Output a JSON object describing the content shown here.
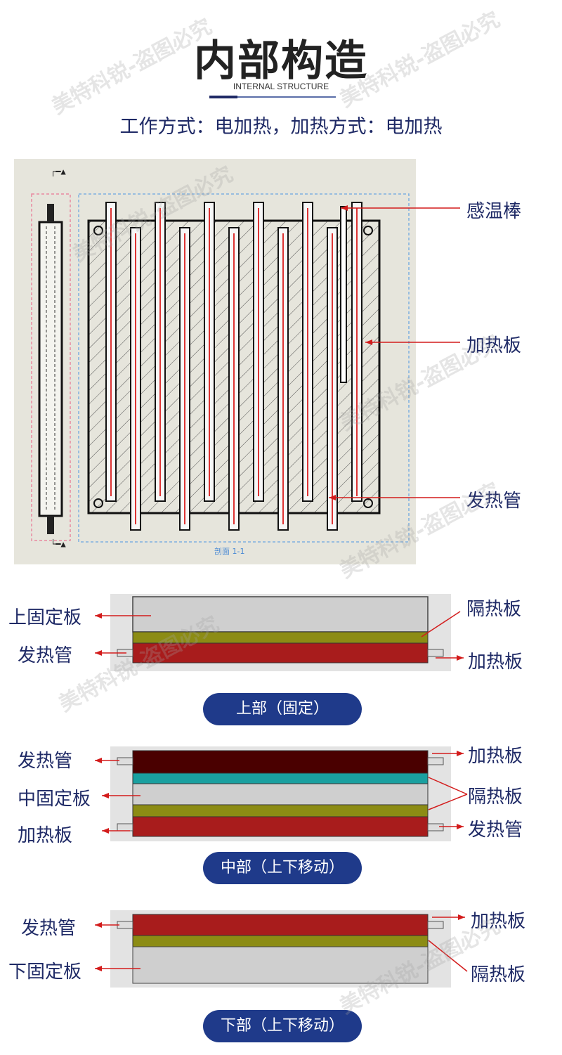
{
  "header": {
    "title": "内部构造",
    "subtitle_en": "INTERNAL STRUCTURE",
    "mode_line": "工作方式：电加热，加热方式：电加热"
  },
  "diagram": {
    "callouts": {
      "sensor_rod": "感温棒",
      "heating_plate": "加热板",
      "heating_tube": "发热管"
    },
    "section_marker": "剖面 1-1"
  },
  "sections": [
    {
      "pill": "上部（固定）",
      "labels": {
        "left_top": "上固定板",
        "left_bottom": "发热管",
        "right_top": "隔热板",
        "right_bottom": "加热板"
      }
    },
    {
      "pill": "中部（上下移动）",
      "labels": {
        "left_1": "发热管",
        "left_2": "中固定板",
        "left_3": "加热板",
        "right_1": "加热板",
        "right_2": "隔热板",
        "right_3": "发热管"
      }
    },
    {
      "pill": "下部（上下移动）",
      "labels": {
        "left_top": "发热管",
        "left_bottom": "下固定板",
        "right_top": "加热板",
        "right_bottom": "隔热板"
      }
    }
  ],
  "watermark": "美特科锐-盗图必究",
  "colors": {
    "navy": "#1f2a66",
    "pill_blue": "#1f3a8a",
    "heat_red": "#a81c1c",
    "dark_red": "#4a0000",
    "insulation_olive": "#8c8c14",
    "teal": "#1aa0a0",
    "plate_gray": "#cfcfcf",
    "diagram_bg": "#e6e5dc"
  }
}
